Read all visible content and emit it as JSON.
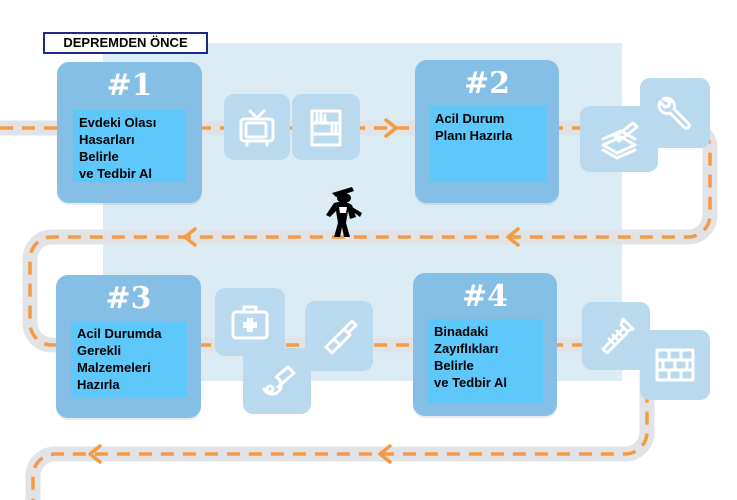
{
  "title": "DEPREMDEN ÖNCE",
  "steps": [
    {
      "number": "#1",
      "label": "Evdeki Olası\nHasarları\nBelirle\nve Tedbir Al"
    },
    {
      "number": "#2",
      "label": "Acil Durum\nPlanı Hazırla"
    },
    {
      "number": "#3",
      "label": "Acil Durumda\nGerekli\nMalzemeleri\nHazırla"
    },
    {
      "number": "#4",
      "label": "Binadaki\nZayıflıkları\nBelirle\nve Tedbir Al"
    }
  ],
  "icons": [
    "tv-icon",
    "bookshelf-icon",
    "papers-pencil-icon",
    "wrench-icon",
    "first-aid-kit-icon",
    "flashlight-icon",
    "whistle-icon",
    "screw-icon",
    "brick-wall-icon",
    "worker-icon"
  ],
  "colors": {
    "path_gray": "#e1e3e6",
    "dash_orange": "#f39a45",
    "step_blue": "#86bfe6",
    "label_cyan": "#5ec8fb",
    "tile_blue": "#b9d9ef",
    "panel_blue": "#dcecf5"
  }
}
